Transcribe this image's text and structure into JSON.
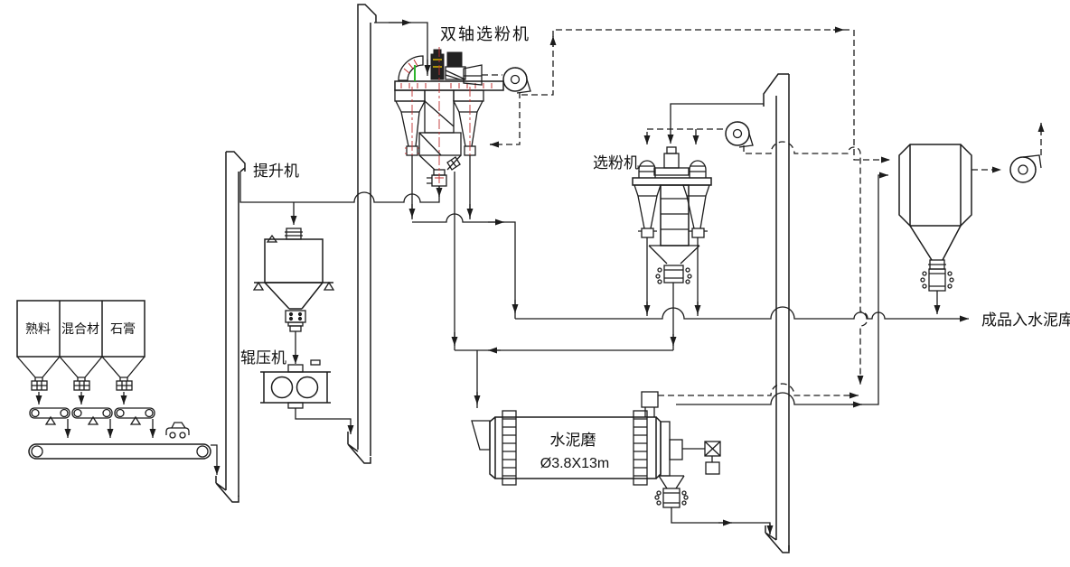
{
  "diagram": {
    "labels": {
      "dual_shaft_separator": "双轴选粉机",
      "elevator": "提升机",
      "silos": [
        "熟料",
        "混合材",
        "石膏"
      ],
      "roller_press": "辊压机",
      "separator": "选粉机",
      "cement_mill": "水泥磨",
      "mill_spec": "Ø3.8X13m",
      "product_out": "成品入水泥库"
    },
    "colors": {
      "line": "#1c1c1c",
      "centerline_red": "#c03030",
      "accent_green": "#2db42d",
      "accent_yellow": "#d7b600",
      "background": "#ffffff"
    }
  }
}
